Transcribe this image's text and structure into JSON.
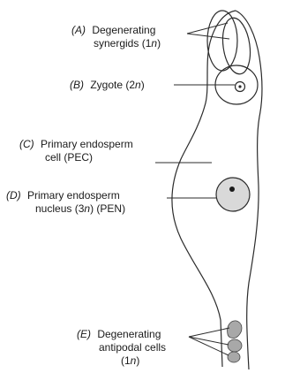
{
  "labels": {
    "a": {
      "letter": "(A)",
      "line1": "Degenerating",
      "line2_text": "synergids (1",
      "line2_var": "n",
      "line2_end": ")"
    },
    "b": {
      "letter": "(B)",
      "text": "Zygote (2",
      "var": "n",
      "end": ")"
    },
    "c": {
      "letter": "(C)",
      "line1": "Primary endosperm",
      "line2": "cell (PEC)"
    },
    "d": {
      "letter": "(D)",
      "line1": "Primary endosperm",
      "line2_text": "nucleus (3",
      "line2_var": "n",
      "line2_end": ") (PEN)"
    },
    "e": {
      "letter": "(E)",
      "line1": "Degenerating",
      "line2": "antipodal cells",
      "line3_text": "(1",
      "line3_var": "n",
      "line3_end": ")"
    }
  },
  "colors": {
    "line": "#2b2b2b",
    "nucleus_fill": "#d9d9d9",
    "antipodal_fill": "#a8a8a8"
  }
}
